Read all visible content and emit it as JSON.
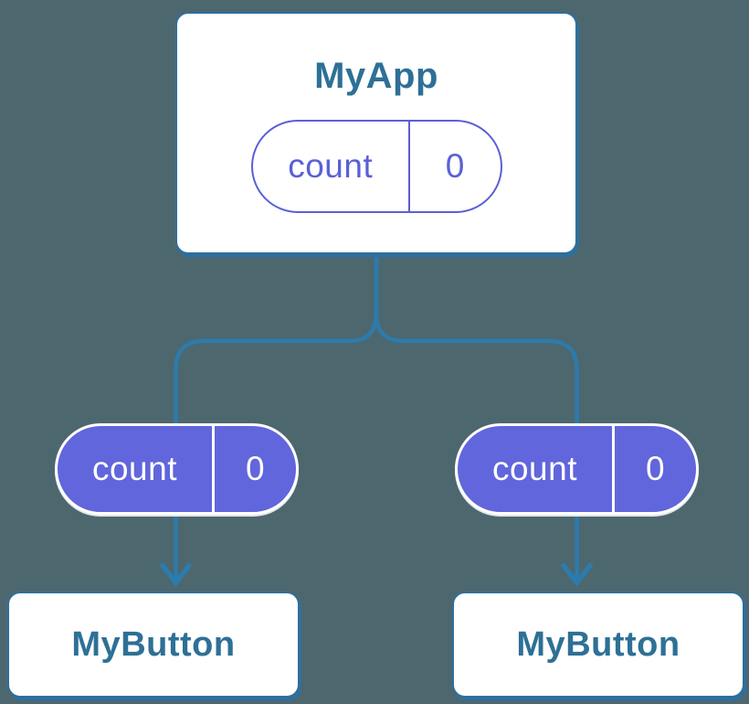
{
  "colors": {
    "background": "#4d676f",
    "connector": "#2c7bac",
    "box_border": "#2f6f9c",
    "title_text": "#2e7096",
    "pill_fill": "#6166dc",
    "pill_outline": "#5a60d6",
    "pill_text_on_fill": "#ffffff"
  },
  "tree": {
    "root": {
      "title": "MyApp",
      "state": {
        "key": "count",
        "value": "0"
      }
    },
    "children": [
      {
        "title": "MyButton",
        "prop": {
          "key": "count",
          "value": "0"
        }
      },
      {
        "title": "MyButton",
        "prop": {
          "key": "count",
          "value": "0"
        }
      }
    ]
  }
}
